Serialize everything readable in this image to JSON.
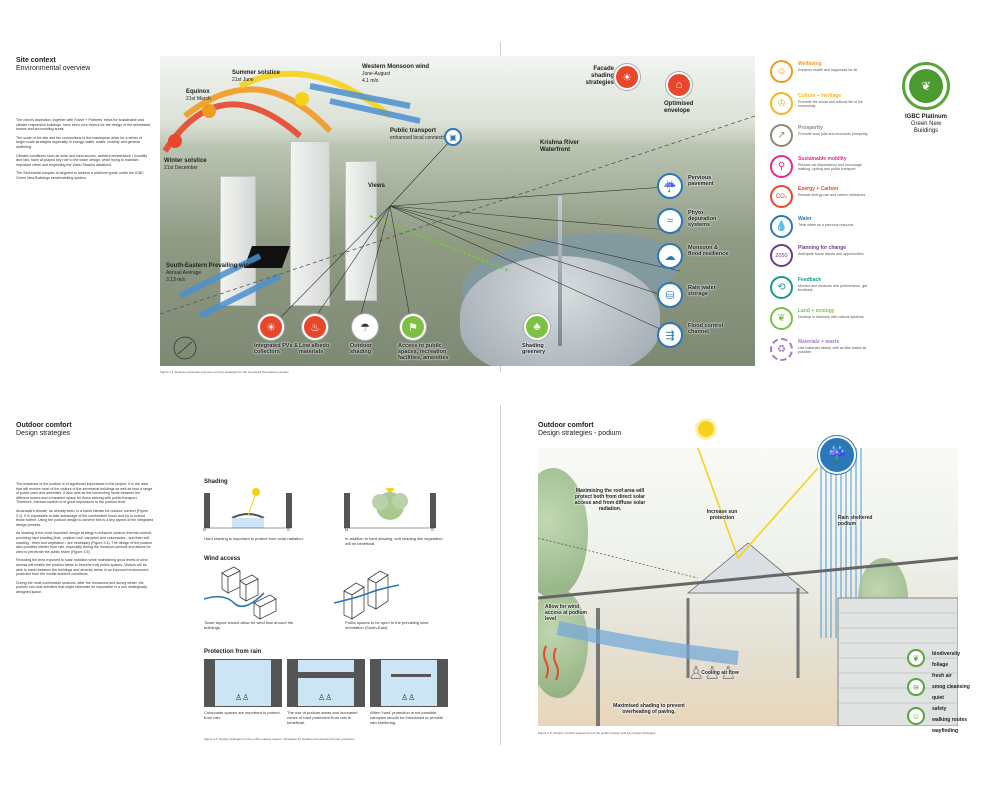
{
  "p1": {
    "title": "Site context",
    "subtitle": "Environmental overview",
    "paras": [
      "The client's aspiration, together with Foster + Partners' ethos for sustainable and climate responsive buildings, have been core drivers for the design of the secretariat towers and surrounding areas.",
      "The scale of the site and the connections to the masterplan allow for a series of larger scale strategies especially in energy, water, waste, mobility and general wellbeing.",
      "Climatic conditions such as solar and wind access, ambient temperature / humidity and rain, have all played key role to the tower design, while trying to maintain important views and respecting the Vastu Shastra dictations.",
      "The Secretariat complex is targeted to achieve a platinum grade under the IGBC Green New Buildings benchmarking system."
    ],
    "caption": "Figure 1.1: Environmental site overview and key strategies for the Amaravati Secretariat complex.",
    "labels": {
      "summer": "Summer solstice",
      "summer_date": "21st June",
      "equinox": "Equinox",
      "equinox_date": "21st March",
      "winter": "Winter solstice",
      "winter_date": "21st December",
      "western_wind": "Western Monsoon wind",
      "western_dates": "June-August",
      "western_speed": "4.1 m/s",
      "public_transport": "Public transport",
      "public_transport_sub": "enhanced local connectivity",
      "views": "Views",
      "krishna": "Krishna River Waterfront",
      "facade": "Facade shading strategies",
      "optimised": "Optimised envelope",
      "se_wind": "South-Eastern Prevailing wind",
      "se_avg": "Annual Average",
      "se_speed": "3.13 m/s"
    },
    "bottom_icons": [
      {
        "label": "Integrated PVs & collectors",
        "color": "#e8472b",
        "glyph": "☀"
      },
      {
        "label": "Low albedo materials",
        "color": "#e8472b",
        "glyph": "♨"
      },
      {
        "label": "Outdoor shading",
        "color": "#ffffff",
        "glyph": "☂"
      },
      {
        "label": "Access to public spaces, recreation facilities, amenities",
        "color": "#7dc142",
        "glyph": "⚑"
      },
      {
        "label": "Shading greenery",
        "color": "#7dc142",
        "glyph": "♣"
      }
    ],
    "right_icons": [
      {
        "label": "Pervious pavement",
        "glyph": "☔"
      },
      {
        "label": "Phyto-depuration systems",
        "glyph": "≈"
      },
      {
        "label": "Monsoon & flood resilience",
        "glyph": "☁"
      },
      {
        "label": "Rain water storage",
        "glyph": "⛁"
      },
      {
        "label": "Flood control channel",
        "glyph": "⇶"
      }
    ]
  },
  "legend": [
    {
      "title": "Wellbeing",
      "desc": "Enhance health and happiness for all",
      "color": "#f29a1f",
      "glyph": "☺"
    },
    {
      "title": "Culture + Heritage",
      "desc": "Promote the social and cultural life of the community",
      "color": "#f7b521",
      "glyph": "♔"
    },
    {
      "title": "Prosperity",
      "desc": "Promote local jobs and economic prosperity",
      "color": "#8a8a7a",
      "glyph": "↗"
    },
    {
      "title": "Sustainable mobility",
      "desc": "Reduce car dependency and encourage walking, cycling and public transport",
      "color": "#e6298a",
      "glyph": "⚲"
    },
    {
      "title": "Energy + Carbon",
      "desc": "Reduce energy use and carbon emissions",
      "color": "#e8472b",
      "glyph": "CO₂"
    },
    {
      "title": "Water",
      "desc": "Treat water as a precious resource",
      "color": "#2b78b8",
      "glyph": "💧"
    },
    {
      "title": "Planning for change",
      "desc": "Anticipate future issues and opportunities",
      "color": "#6e3a91",
      "glyph": "2050"
    },
    {
      "title": "Feedback",
      "desc": "Monitor and measure real performance, get feedback",
      "color": "#149b8e",
      "glyph": "⟲"
    },
    {
      "title": "Land + ecology",
      "desc": "Develop in harmony with natural systems",
      "color": "#7dc142",
      "glyph": "❦"
    },
    {
      "title": "Materials + waste",
      "desc": "Use materials wisely, with as little waste as possible",
      "color": "#a67bc1",
      "glyph": "♻"
    }
  ],
  "igbc": {
    "title": "IGBC Platinum",
    "sub1": "Green New",
    "sub2": "Buildings"
  },
  "p3": {
    "title": "Outdoor comfort",
    "subtitle": "Design strategies",
    "paras": [
      "The existence of the podium is of significant importance to the project. It is the area that will receive most of the visitors of the secretariat buildings as well as host a range of public uses and amenities. It also acts as the connecting mode between the different towers and a transient space for those arriving with public transport. Therefore, thermal comfort is of great importance to the podium level.",
      "Amaravati's climate, as already seen, is a harsh climate for outdoor comfort (Figure 3.1). It is impossible to take advantage of the comfortable hours and try to extend those further. Using the podium design to achieve this is a key aspect of the integrated design process.",
      "As shading is the most important design strategy to enhance outdoor thermal comfort, providing hard shading (that ; podium roof, canopies and colonnades - and then soft shading - trees and vegetation - are necessary (Figure 3.4). The design of the podium also provides shelter from rain, especially during the monsoon periods and allows for wind to penetrate the public realm (Figure 3.5).",
      "Reducing the area exposed to solar radiation while maintaining good levels of wind access will enable the podium areas to become truly public spaces. Visitors will be able to travel between the buildings and amenity areas in an improved environment, protected from the hostile ambient conditions.",
      "During the most comfortable seasons, after the monsoons and during winter, the podium can host activities that might otherwise be impossible in a non strategically designed space."
    ],
    "shading_title": "Shading",
    "shading_cap1": "Hard shading is important to protect from solar radiation.",
    "shading_cap2": "In addition to hard shading, soft shading like vegetation will be beneficial.",
    "n": "N",
    "s": "S",
    "wind_title": "Wind access",
    "wind_cap1": "Tower layout should allow for wind flow around the buildings.",
    "wind_cap2": "Public spaces to be open to the prevailing wind orientation (South-East).",
    "rain_title": "Protection from rain",
    "rain_cap1": "Colonnade spaces are important to protect from rain.",
    "rain_cap2": "The use of podium areas and increased zones of hard protection from rain is beneficial.",
    "rain_cap3": "When 'hard' protection is not possible, canopies should be introduced to provide rain sheltering.",
    "caption": "Figure 3.4: Design strategies for the public outdoor spaces. Strategies for shading and access and rain protection."
  },
  "p4": {
    "title": "Outdoor comfort",
    "subtitle": "Design strategies - podium",
    "annot_roof": "Maximising the roof area will protect both from direct solar access and from diffuse solar radiation.",
    "annot_sun": "Increase sun protection",
    "annot_rain": "Rain sheltered podium",
    "annot_wind": "Allow for wind access at podium level",
    "annot_cool": "Cooling air flow",
    "annot_paving": "Maximised shading to prevent overheating of paving.",
    "benefits": [
      "biodiversity",
      "foliage",
      "fresh air",
      "smog cleansing",
      "quiet",
      "safety",
      "walking routes",
      "wayfinding"
    ],
    "caption": "Figure 3.5: Outdoor comfort assessment of the podium design and key design strategies."
  }
}
